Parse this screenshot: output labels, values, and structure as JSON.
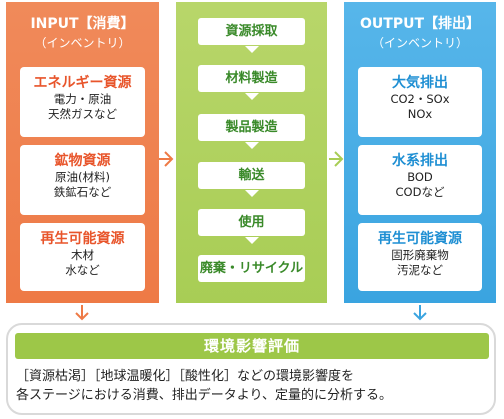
{
  "input": {
    "title": "INPUT【消費】",
    "subtitle": "（インベントリ）",
    "boxes": [
      {
        "head": "エネルギー資源",
        "line1": "電力・原油",
        "line2": "天然ガスなど"
      },
      {
        "head": "鉱物資源",
        "line1": "原油(材料)",
        "line2": "鉄鉱石など"
      },
      {
        "head": "再生可能資源",
        "line1": "木材",
        "line2": "水など"
      }
    ]
  },
  "stages": [
    "資源採取",
    "材料製造",
    "製品製造",
    "輸送",
    "使用",
    "廃棄・リサイクル"
  ],
  "output": {
    "title": "OUTPUT【排出】",
    "subtitle": "（インベントリ）",
    "boxes": [
      {
        "head": "大気排出",
        "line1": "CO2・SOx",
        "line2": "NOx"
      },
      {
        "head": "水系排出",
        "line1": "BOD",
        "line2": "CODなど"
      },
      {
        "head": "再生可能資源",
        "line1": "固形廃棄物",
        "line2": "汚泥など"
      }
    ]
  },
  "evaluation": {
    "title": "環境影響評価",
    "line1": "［資源枯渇］［地球温暖化］［酸性化］などの環境影響度を",
    "line2": "各ステージにおける消費、排出データより、定量的に分析する。"
  },
  "colors": {
    "input": "#ee7a46",
    "stage": "#a8cd55",
    "output": "#3aa4e0",
    "evaluation": "#9dc748",
    "stage_text": "#3a8a2a"
  }
}
